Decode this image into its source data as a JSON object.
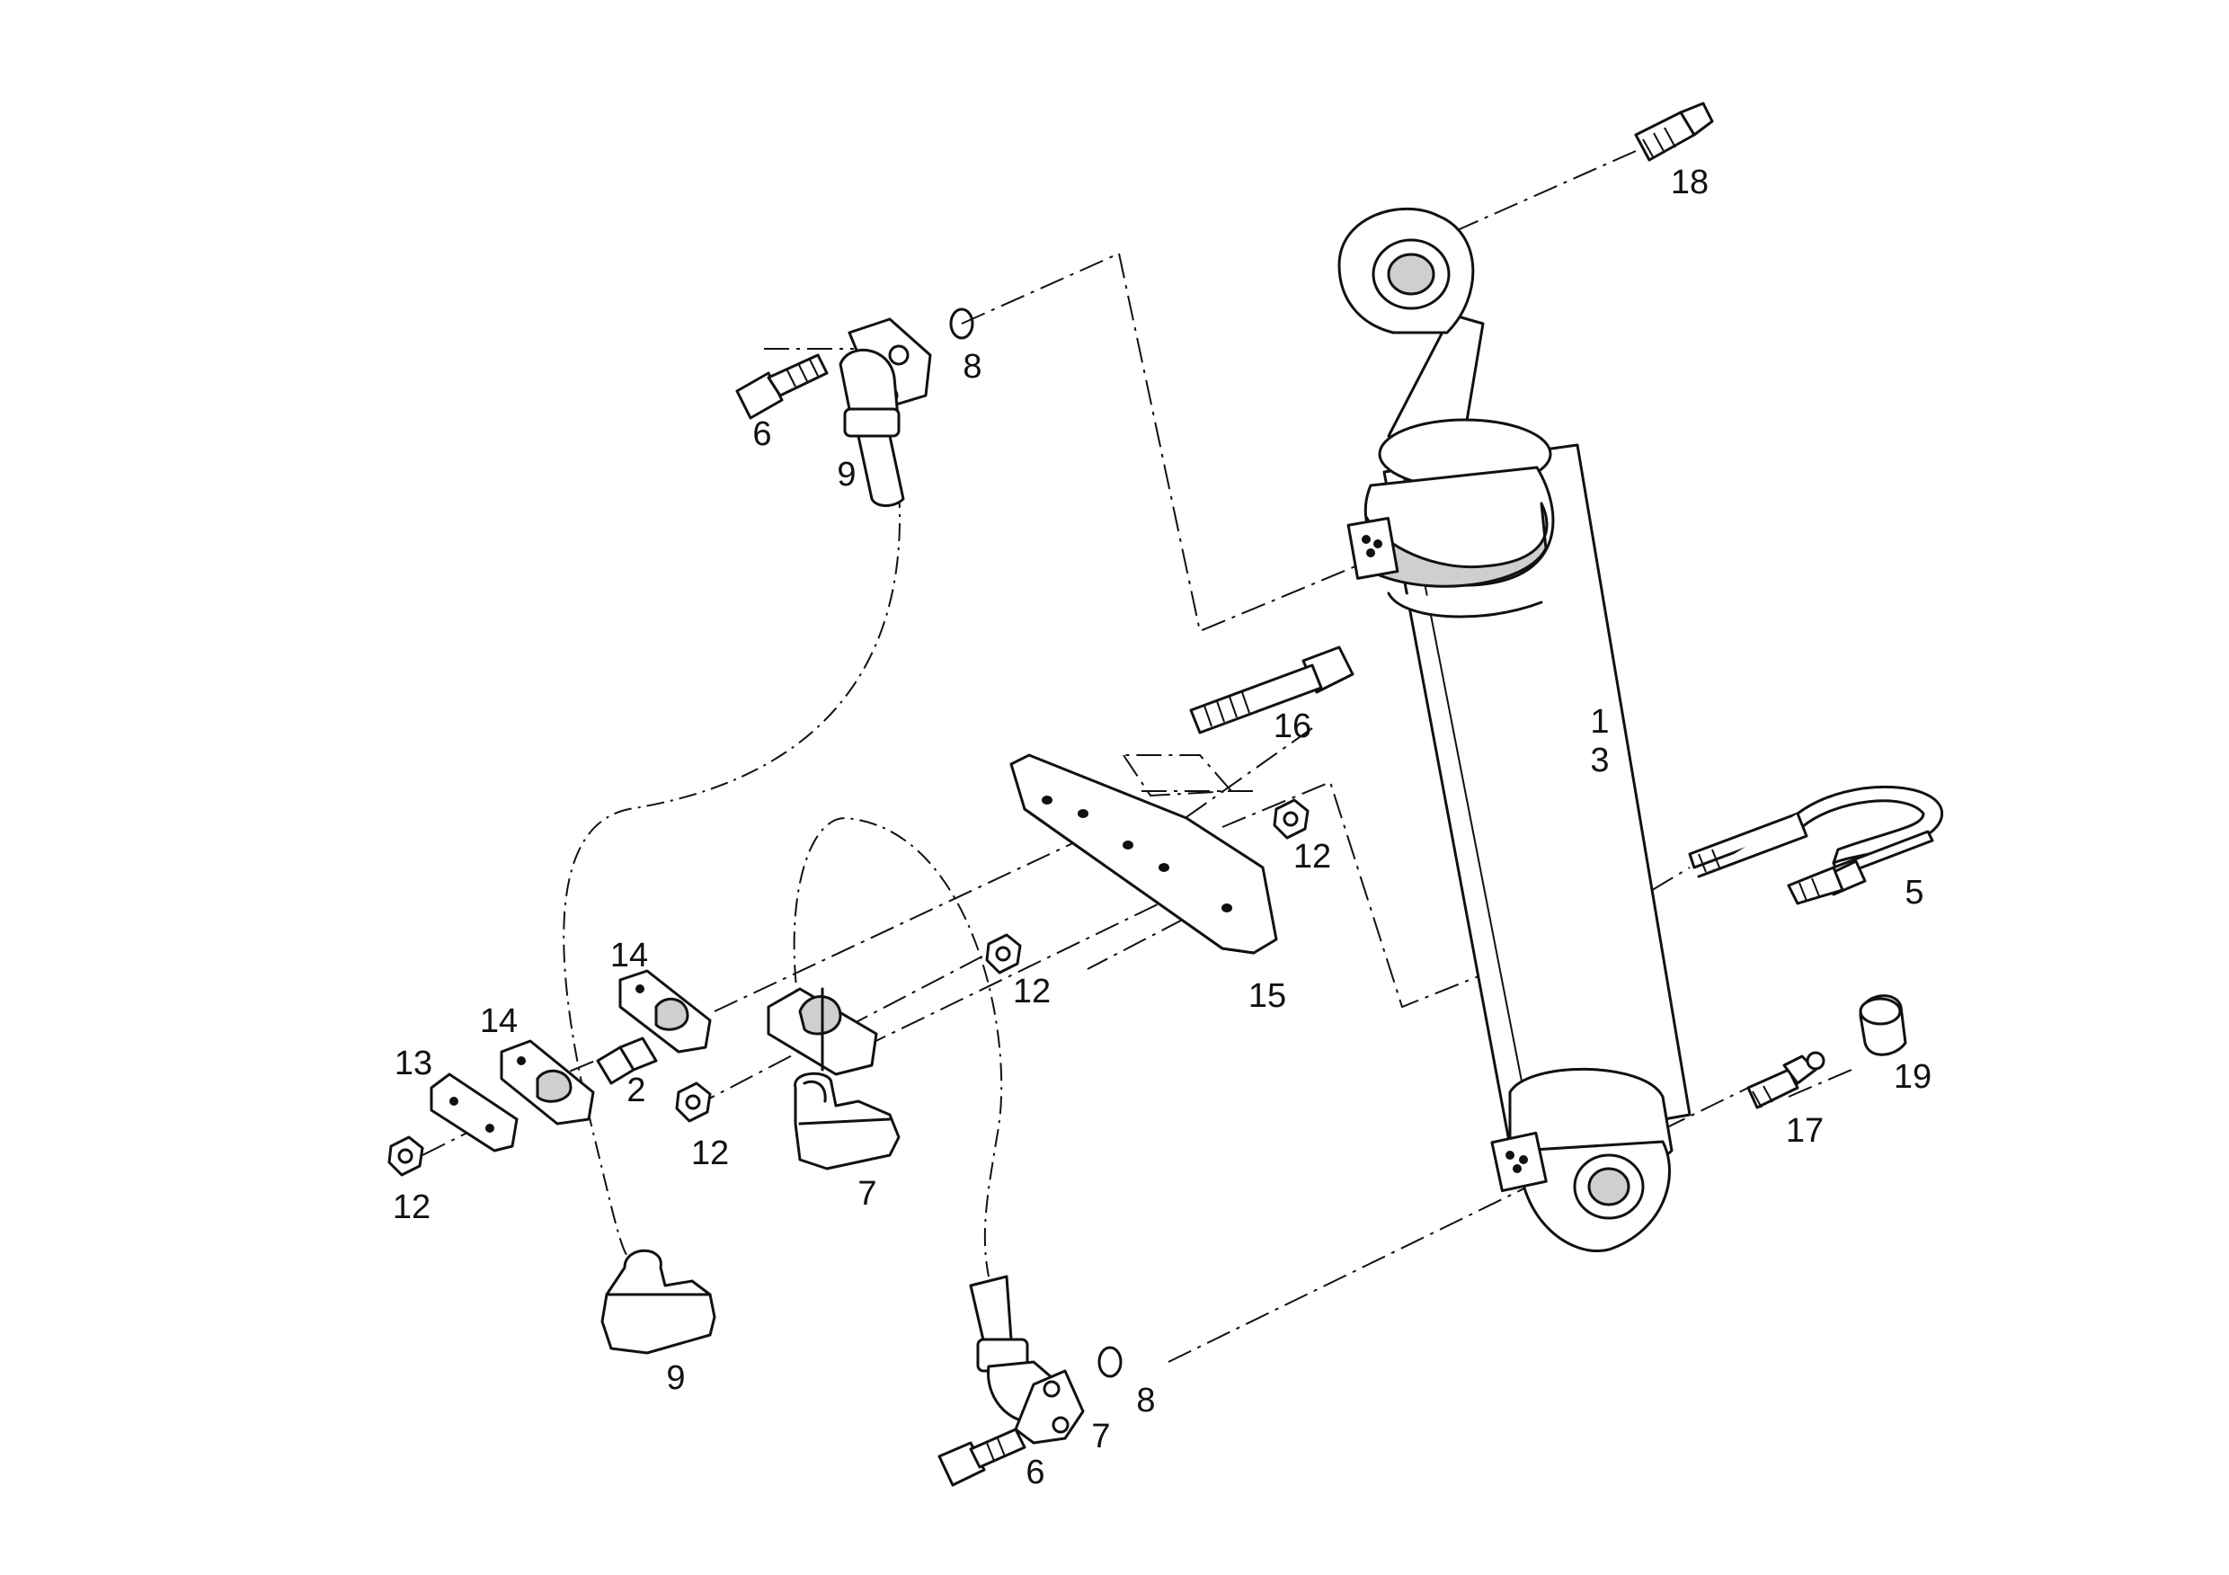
{
  "callouts": {
    "c18": "18",
    "c8a": "8",
    "c6a": "6",
    "c9a": "9",
    "c16": "16",
    "c1": "1",
    "c3": "3",
    "c12a": "12",
    "c5": "5",
    "c14a": "14",
    "c14b": "14",
    "c13": "13",
    "c2": "2",
    "c12b": "12",
    "c15": "15",
    "c12c": "12",
    "c7a": "7",
    "c12d": "12",
    "c19": "19",
    "c17": "17",
    "c9b": "9",
    "c8b": "8",
    "c7b": "7",
    "c6b": "6"
  }
}
